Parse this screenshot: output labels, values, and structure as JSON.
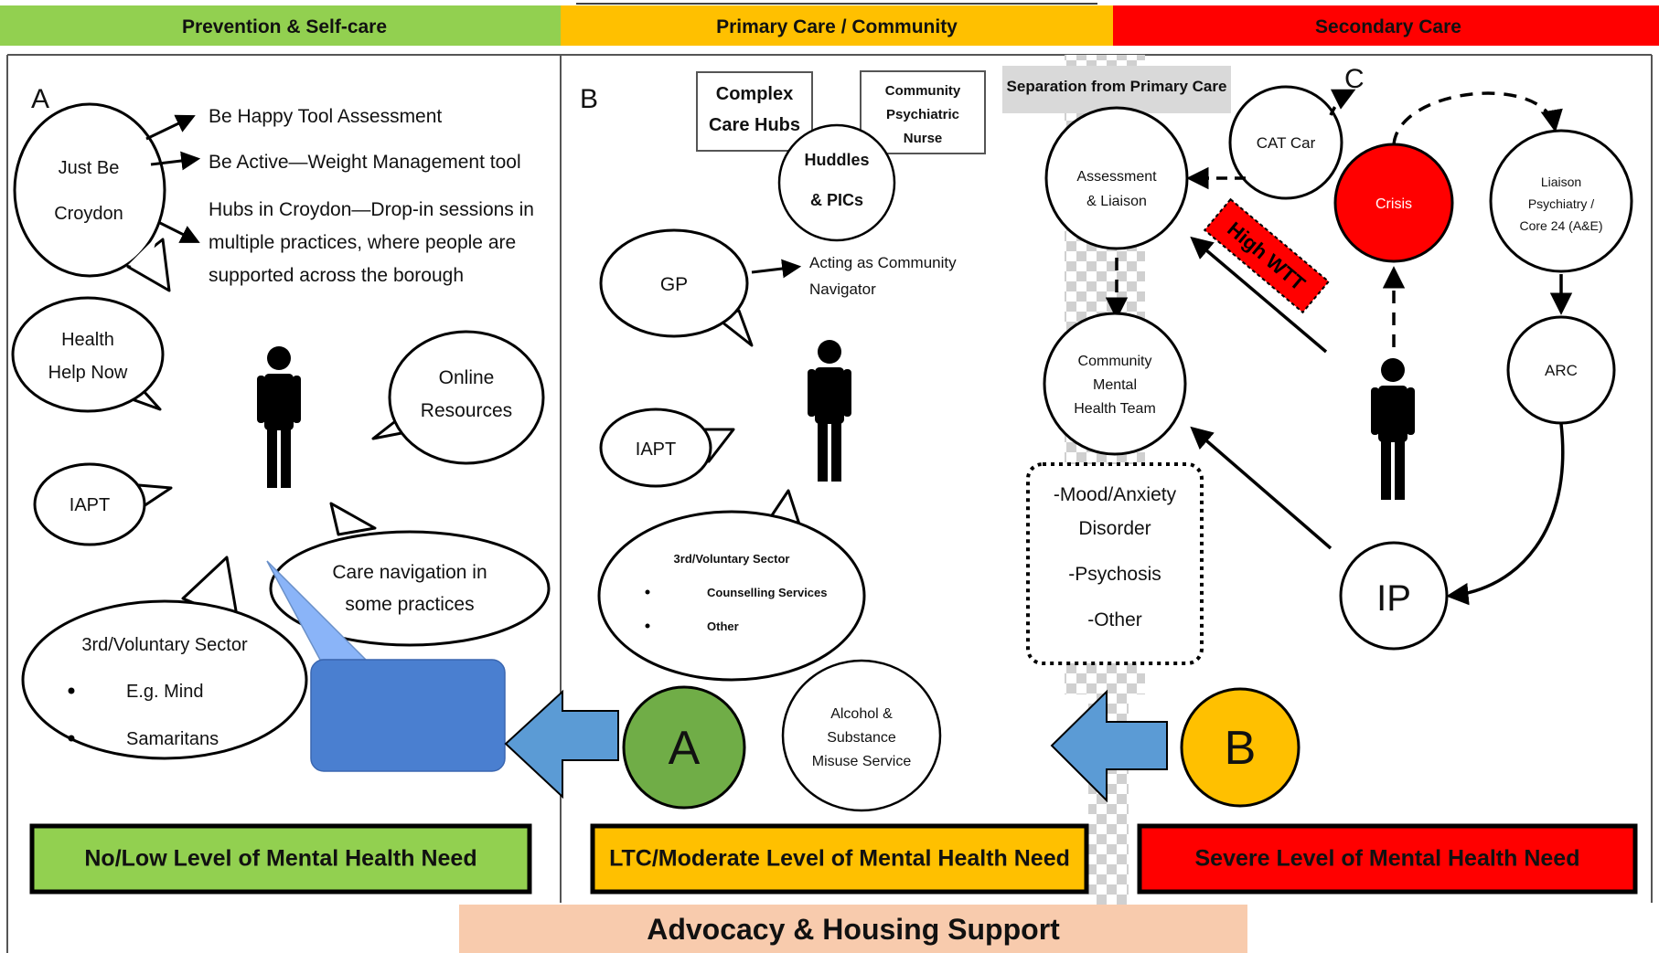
{
  "top_bar": {
    "prevention": "Prevention & Self-care",
    "primary": "Primary Care / Community",
    "secondary": "Secondary Care"
  },
  "colors": {
    "green": "#92d050",
    "amber": "#ffc000",
    "red": "#ff0000",
    "blue": "#5b9bd5",
    "peach": "#f8cbad",
    "checker": "#d0d0d0"
  },
  "panel_a": {
    "letter": "A",
    "just_be": [
      "Just Be",
      "Croydon"
    ],
    "tools": {
      "happy": "Be Happy Tool Assessment",
      "active": "Be Active—Weight Management tool",
      "hubs": [
        "Hubs in Croydon—Drop-in sessions in",
        "multiple practices, where people are",
        "supported across the borough"
      ]
    },
    "health_help": [
      "Health",
      "Help Now"
    ],
    "online": [
      "Online",
      "Resources"
    ],
    "iapt": "IAPT",
    "care_nav": [
      "Care navigation in",
      "some practices"
    ],
    "voluntary": {
      "title": "3rd/Voluntary Sector",
      "items": [
        "E.g. Mind",
        "Samaritans"
      ]
    },
    "need": "No/Low Level of Mental Health Need"
  },
  "panel_b": {
    "letter": "B",
    "complex": [
      "Complex",
      "Care Hubs"
    ],
    "cpn": [
      "Community",
      "Psychiatric",
      "Nurse"
    ],
    "huddles": [
      "Huddles",
      "& PICs"
    ],
    "gp": "GP",
    "navigator": [
      "Acting as Community",
      "Navigator"
    ],
    "iapt": "IAPT",
    "voluntary": {
      "title": "3rd/Voluntary Sector",
      "items": [
        "Counselling Services",
        "Other"
      ]
    },
    "alcohol": [
      "Alcohol &",
      "Substance",
      "Misuse Service"
    ],
    "step_circle": "A",
    "need": "LTC/Moderate Level of Mental Health Need"
  },
  "panel_c": {
    "letter": "C",
    "separation": "Separation from Primary Care",
    "assessment": [
      "Assessment",
      "& Liaison"
    ],
    "cat_car": "CAT Car",
    "crisis": "Crisis",
    "liaison": [
      "Liaison",
      "Psychiatry /",
      "Core 24 (A&E)"
    ],
    "high_wtt": "High WTT",
    "cmht": [
      "Community",
      "Mental",
      "Health Team"
    ],
    "arc": "ARC",
    "ip": "IP",
    "conditions": [
      "-Mood/Anxiety",
      "Disorder",
      "-Psychosis",
      "-Other"
    ],
    "step_circle": "B",
    "need": "Severe Level of Mental Health Need"
  },
  "footer": "Advocacy & Housing Support"
}
